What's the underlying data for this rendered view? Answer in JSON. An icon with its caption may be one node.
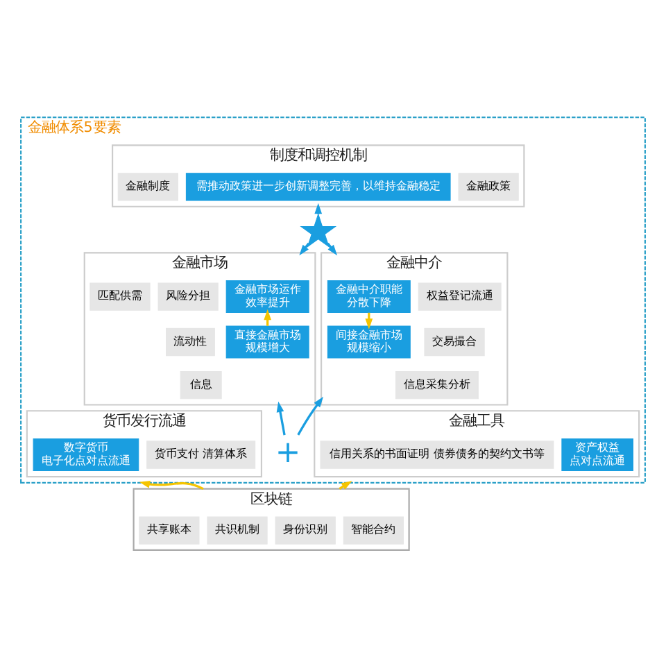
{
  "diagram": {
    "nodes": [
      {
        "text": [
          "金融体系5要素"
        ]
      },
      {
        "text": [
          "制度和调控机制"
        ],
        "in": 0
      },
      {
        "text": [
          "金融制度"
        ],
        "in": 1
      },
      {
        "text": [
          "需推动政策进一步创新调整完善，以维持金融稳定"
        ],
        "in": 1
      },
      {
        "text": [
          "金融政策"
        ],
        "in": 1
      },
      {
        "text": [
          "金融市场"
        ],
        "in": 0
      },
      {
        "text": [
          "匹配供需"
        ],
        "in": 5
      },
      {
        "text": [
          "风险分担"
        ],
        "in": 5
      },
      {
        "text": [
          "流动性"
        ],
        "in": 5
      },
      {
        "text": [
          "信息"
        ],
        "in": 5
      },
      {
        "text": [
          "金融市场运作",
          "效率提升"
        ],
        "in": 5
      },
      {
        "text": [
          "直接金融市场",
          "规模增大"
        ],
        "in": 5
      },
      {
        "text": [
          "金融中介"
        ],
        "in": 0
      },
      {
        "text": [
          "金融中介职能",
          "分散下降"
        ],
        "in": 12
      },
      {
        "text": [
          "间接金融市场",
          "规模缩小"
        ],
        "in": 12
      },
      {
        "text": [
          "权益登记流通"
        ],
        "in": 12
      },
      {
        "text": [
          "交易撮合"
        ],
        "in": 12
      },
      {
        "text": [
          "信息采集分析"
        ],
        "in": 12
      },
      {
        "text": [
          "货币发行流通"
        ],
        "in": 0
      },
      {
        "text": [
          "货币支付 清算体系"
        ],
        "in": 18
      },
      {
        "text": [
          "数字货币",
          "电子化点对点流通"
        ],
        "in": 18
      },
      {
        "text": [
          "金融工具"
        ],
        "in": 0
      },
      {
        "text": [
          "资产权益",
          "点对点流通"
        ],
        "in": 21
      },
      {
        "text": [
          "信用关系的书面证明 债券债务的契约文书等"
        ],
        "in": 21
      },
      {
        "text": [
          "区块链"
        ]
      },
      {
        "text": [
          "共享账本"
        ],
        "in": 24
      },
      {
        "text": [
          "共识机制"
        ],
        "in": 24
      },
      {
        "text": [
          "身份识别"
        ],
        "in": 24
      },
      {
        "text": [
          "智能合约"
        ],
        "in": 24
      },
      {
        "text": [],
        "shape": "cross",
        "in": 0
      },
      {
        "text": [
          "+"
        ],
        "in": 0
      }
    ],
    "edges": [
      {
        "from": 11,
        "to": 10,
        "arrow": "to",
        "color": "#f5c400"
      },
      {
        "from": 13,
        "to": 14,
        "arrow": "to",
        "color": "#f5c400"
      },
      {
        "from": 29,
        "to": 1,
        "arrow": "to",
        "color": "#1a9ee0"
      },
      {
        "from": 29,
        "to": 5,
        "arrow": "to",
        "color": "#1a9ee0"
      },
      {
        "from": 29,
        "to": 12,
        "arrow": "to",
        "color": "#1a9ee0"
      },
      {
        "from": 30,
        "to": 5,
        "arrow": "to",
        "color": "#1a9ee0"
      },
      {
        "from": 30,
        "to": 12,
        "arrow": "to",
        "color": "#1a9ee0"
      },
      {
        "from": 24,
        "to": 0,
        "arrow": "to",
        "color": "#f5c400"
      },
      {
        "from": 24,
        "to": 0,
        "arrow": "to",
        "color": "#f5c400"
      }
    ]
  }
}
